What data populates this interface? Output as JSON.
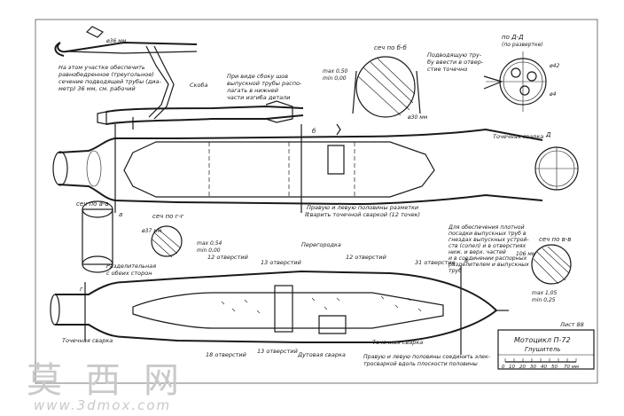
{
  "notes": {
    "top_left": [
      "На этом участке обеспечить",
      "равнобедренное (треугольное)",
      "сечение подводящей трубы (диа-",
      "метр) 36 мм, см. рабочий"
    ],
    "weld_note": [
      "При виде сбоку шов",
      "выпускной трубы распо-",
      "лагать в нижней",
      "части изгиба детали"
    ],
    "brace": "Скоба",
    "section_note": [
      "Подводящую тру-",
      "бу ввести в отвер-",
      "стие точечно"
    ],
    "spot_weld_right": "Точечная сварка",
    "seam_note": [
      "Правую и левую половины разметки",
      "сварить точечной сваркой (12 точек)"
    ],
    "tube_note": [
      "Для обеспечения плотной",
      "посадки выпускных труб в",
      "гнездах выпускных устрой-",
      "ств (сопел) и в отверстиях",
      "ниж. и верх. частей",
      "и в соединении распорных",
      "разделителем и выпускных",
      "труб"
    ],
    "partition_brace": [
      "Разделительная",
      "с обеих сторон"
    ],
    "partition": "Перегородка",
    "holes_12_top": "12 отверстий",
    "holes_12_mid": "12 отверстий",
    "holes_31": "31 отверстие",
    "holes_13": "13 отверстий",
    "holes_18": "18 отверстий",
    "holes_13_bottom": "13 отверстий",
    "distribution": "Дутовая сварка",
    "spot_weld_left": "Точечная сварка",
    "spot_weld_bottom": "Точечная сварка",
    "bottom_note": [
      "Правую и левую половины соединить элек-",
      "тросваркой вдоль плоскости половины"
    ]
  },
  "sections": {
    "aa": "сеч по а-а",
    "bb": "сеч по б-б",
    "vv": "сеч по в-в",
    "gg": "сеч по г-г",
    "dd": "по Д-Д",
    "dd_sub": "(по развертке)"
  },
  "labels": {
    "letter_a": "а",
    "letter_b": "б",
    "letter_v": "в",
    "letter_g": "г",
    "letter_d": "Д",
    "letter_ii": "II"
  },
  "dims": {
    "d1": "ø36 мм",
    "d2": "max 0,50",
    "d3": "min 0,00",
    "d4": "ø30 мм",
    "d5": "ø37 мм",
    "d6": "max 0,54",
    "d7": "min 0,00",
    "d8": "106 мм",
    "d9": "max 1,05",
    "d10": "min 0,25",
    "d11": "ø42",
    "d12": "ø4"
  },
  "title_block": {
    "sheet": "Лист 88",
    "title": "Мотоцикл П-72",
    "subtitle": "Глушитель",
    "scale": [
      "0",
      "10",
      "20",
      "30",
      "40",
      "50",
      "70 мм"
    ]
  },
  "watermark": {
    "chinese": "莫西网",
    "url": "www.3dmox.com"
  }
}
